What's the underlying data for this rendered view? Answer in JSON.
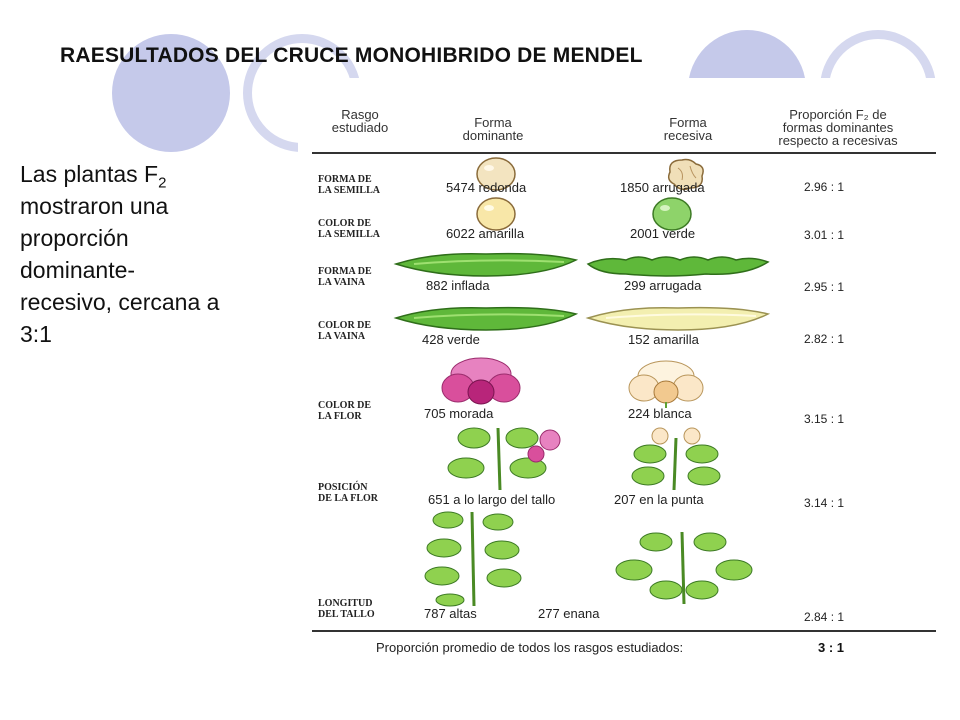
{
  "slide": {
    "title": "RAESULTADOS DEL CRUCE MONOHIBRIDO DE MENDEL",
    "text_lines": [
      "Las plantas F",
      "2",
      "mostraron una",
      "proporción",
      "dominante-",
      "recesivo,  cercana a",
      "3:1"
    ]
  },
  "figure": {
    "headers": {
      "trait": [
        "Rasgo",
        "estudiado"
      ],
      "dominant": [
        "Forma",
        "dominante"
      ],
      "recessive": [
        "Forma",
        "recesiva"
      ],
      "ratio": [
        "Proporción F₂ de",
        "formas dominantes",
        "respecto a recesivas"
      ]
    },
    "rows": [
      {
        "trait": "FORMA DE\nLA SEMILLA",
        "dominant": "5474 redonda",
        "recessive": "1850 arrugada",
        "ratio": "2.96 : 1"
      },
      {
        "trait": "COLOR DE\nLA SEMILLA",
        "dominant": "6022 amarilla",
        "recessive": "2001 verde",
        "ratio": "3.01 : 1"
      },
      {
        "trait": "FORMA DE\nLA VAINA",
        "dominant": "882 inflada",
        "recessive": "299 arrugada",
        "ratio": "2.95 : 1"
      },
      {
        "trait": "COLOR DE\nLA VAINA",
        "dominant": "428 verde",
        "recessive": "152 amarilla",
        "ratio": "2.82 : 1"
      },
      {
        "trait": "COLOR DE\nLA FLOR",
        "dominant": "705 morada",
        "recessive": "224 blanca",
        "ratio": "3.15 : 1"
      },
      {
        "trait": "POSICIÓN\nDE LA FLOR",
        "dominant": "651 a lo largo del tallo",
        "recessive": "207 en la punta",
        "ratio": "3.14 : 1"
      },
      {
        "trait": "LONGITUD\nDEL TALLO",
        "dominant": "787 altas",
        "recessive": "277 enana",
        "ratio": "2.84 : 1"
      }
    ],
    "average_label": "Proporción promedio de todos los rasgos estudiados:",
    "average_value": "3 : 1"
  },
  "colors": {
    "deco_fill": "#c5c9ea",
    "deco_ring": "#d5d8ef",
    "pod_green": "#5fb83a",
    "pod_yellow": "#f3efb0",
    "flower_purple": "#d94f9c",
    "flower_white": "#fbe7c8",
    "leaf_green": "#8fd14f"
  }
}
